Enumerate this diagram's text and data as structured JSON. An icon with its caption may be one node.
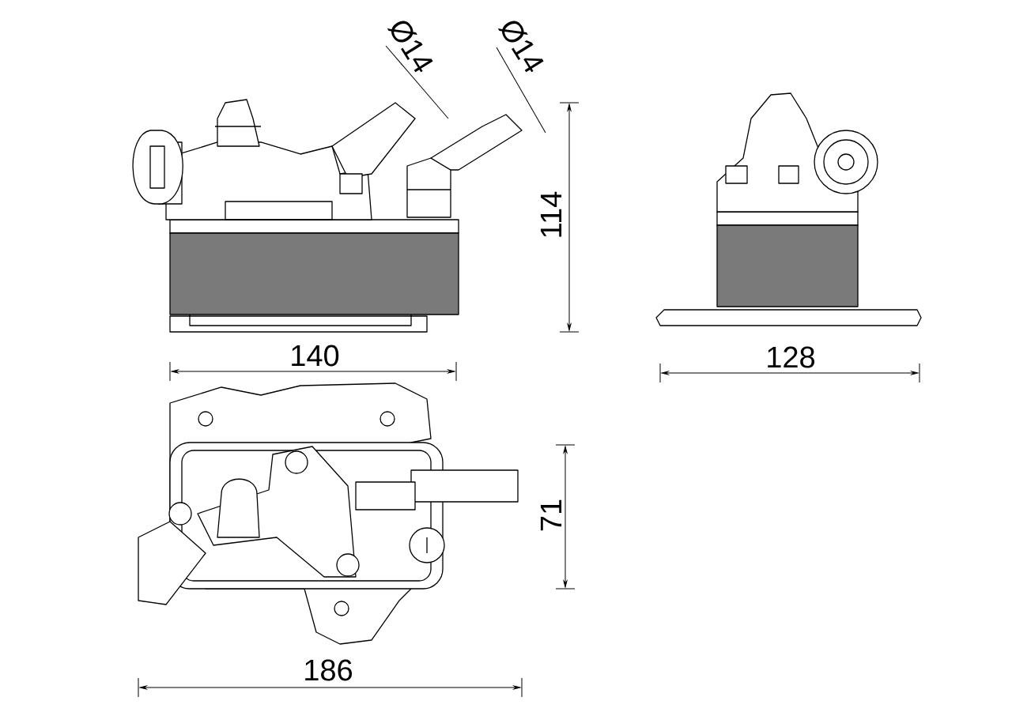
{
  "diagram": {
    "labels": [
      "Ø14",
      "Ø14",
      "114",
      "140",
      "128",
      "71",
      "186"
    ]
  }
}
